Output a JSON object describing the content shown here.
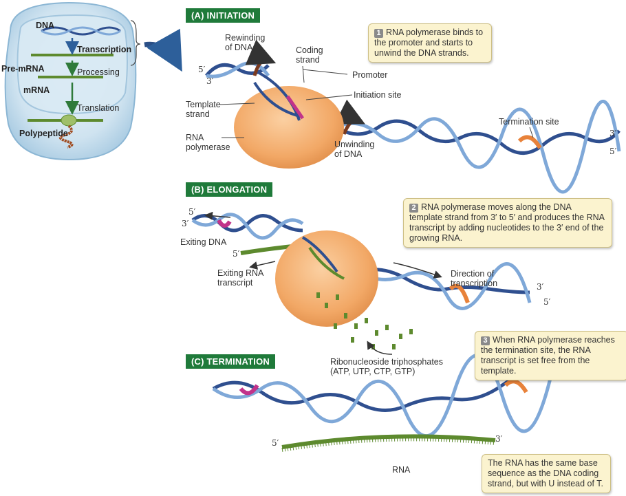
{
  "cell_panel": {
    "dna": "DNA",
    "transcription": "Transcription",
    "pre_mrna": "Pre-mRNA",
    "processing": "Processing",
    "mrna": "mRNA",
    "translation": "Translation",
    "polypeptide": "Polypeptide"
  },
  "initiation": {
    "header": "(A) INITIATION",
    "step": "1",
    "callout": "RNA polymerase binds to the promoter and starts to unwind the DNA strands.",
    "rewinding": "Rewinding of DNA",
    "coding_strand": "Coding strand",
    "promoter": "Promoter",
    "initiation_site": "Initiation site",
    "template_strand": "Template strand",
    "rna_polymerase": "RNA polymerase",
    "unwinding": "Unwinding of DNA",
    "termination_site": "Termination site",
    "five_prime": "5′",
    "three_prime": "3′"
  },
  "elongation": {
    "header": "(B) ELONGATION",
    "step": "2",
    "callout": "RNA polymerase moves along the DNA template strand from 3′ to 5′ and produces the RNA transcript by adding nucleotides to the 3′ end of the growing RNA.",
    "exiting_dna": "Exiting DNA",
    "exiting_rna": "Exiting RNA transcript",
    "direction": "Direction of transcription",
    "ntps": "Ribonucleoside triphosphates (ATP, UTP, CTP, GTP)",
    "five_prime": "5′",
    "three_prime": "3′"
  },
  "termination": {
    "header": "(C) TERMINATION",
    "step": "3",
    "callout": "When RNA polymerase reaches the termination site, the RNA transcript is set free from the template.",
    "rna": "RNA",
    "rna_callout": "The RNA has the same base sequence as the DNA coding strand, but with U instead of T.",
    "five_prime": "5′",
    "three_prime": "3′"
  },
  "colors": {
    "dna_blue": "#2f4f8f",
    "dna_light": "#7fa8d8",
    "rna_green": "#5d8a2e",
    "polymerase": "#f2a866",
    "promoter_pink": "#c2338a",
    "termination_orange": "#e8823a",
    "header_green": "#1f7a3a",
    "callout_bg": "#fbf3cf"
  }
}
